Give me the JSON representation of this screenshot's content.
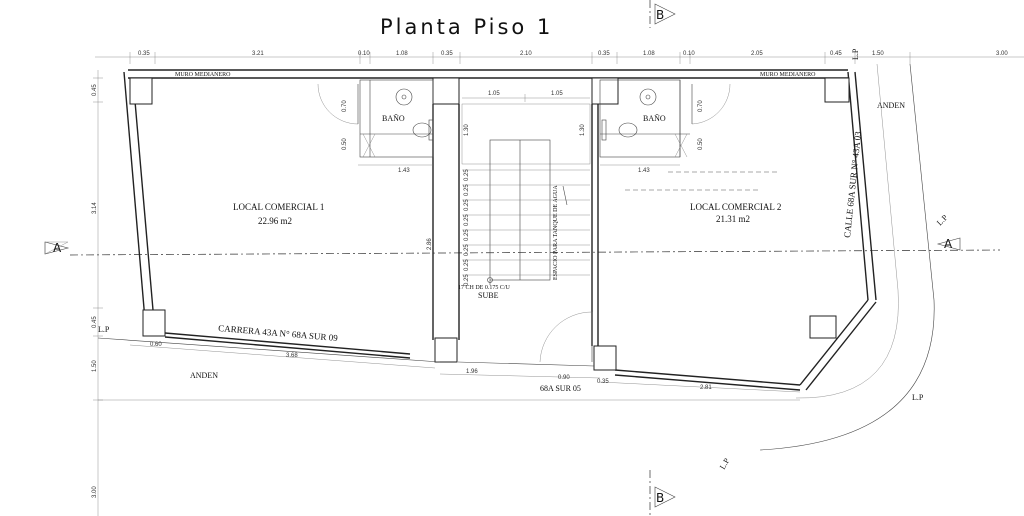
{
  "title": "Planta Piso 1",
  "section_marks": {
    "a": "A",
    "b": "B"
  },
  "top_dims": [
    "0.35",
    "3.21",
    "0.10",
    "1.08",
    "0.35",
    "2.10",
    "0.35",
    "1.08",
    "0.10",
    "2.05",
    "0.45",
    "1.50",
    "3.00"
  ],
  "top_dims_inner": [
    "1.05",
    "1.05"
  ],
  "left_dims": [
    "0.45",
    "3.14",
    "0.45",
    "1.50",
    "3.00"
  ],
  "bath_dims": [
    "0.70",
    "0.50",
    "1.43",
    "1.30",
    "1.30",
    "0.70",
    "0.50",
    "1.43"
  ],
  "stair_dims": [
    "0.25",
    "0.25",
    "0.25",
    "0.25",
    "0.25",
    "0.25",
    "0.25",
    "0.25"
  ],
  "bottom_dims": [
    "0.60",
    "3.68",
    "1.96",
    "0.90",
    "0.35",
    "2.81"
  ],
  "wall_labels": {
    "left": "MURO MEDIANERO",
    "right": "MURO MEDIANERO"
  },
  "mid_dim": "2.86",
  "lp_marks": [
    "L.P",
    "L.P",
    "L.P",
    "L.P",
    "L.P"
  ],
  "rooms": [
    {
      "name": "LOCAL COMERCIAL 1",
      "area": "22.96 m2"
    },
    {
      "name": "LOCAL COMERCIAL 2",
      "area": "21.31 m2"
    },
    {
      "name": "BAÑO"
    },
    {
      "name": "BAÑO"
    }
  ],
  "stair": {
    "note": "17 CH DE 0.175 C/U",
    "direction": "SUBE",
    "tank_note": "ESPACIO PARA TANQUE DE AGUA"
  },
  "streets": {
    "carrera": "CARRERA 43A N° 68A SUR 09",
    "calle": "CALLE 68A SUR N° 43A 03",
    "door_number": "68A SUR 05",
    "anden_bottom": "ANDEN",
    "anden_right": "ANDEN"
  }
}
